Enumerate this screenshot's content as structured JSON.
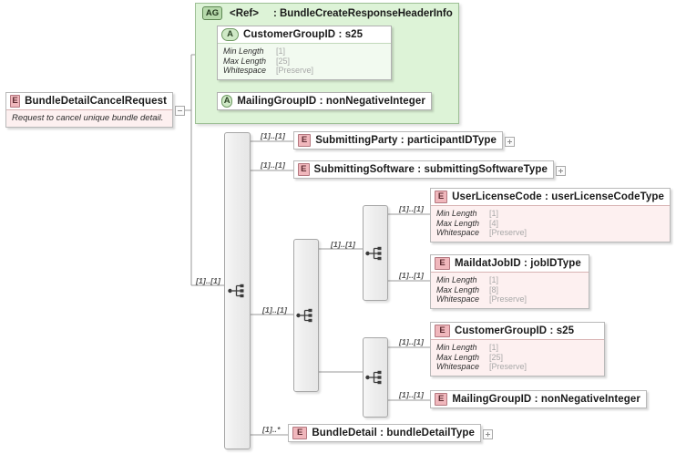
{
  "diagram": {
    "kind": "xsd-schema-diagram",
    "colors": {
      "element_fill": "#fdf0f0",
      "element_badge": "#f0b7bc",
      "attribute_fill": "#f2faf0",
      "attribute_badge": "#cfe9c6",
      "group_fill": "#ddf3d7",
      "compositor_fill": "#eeeeee",
      "facet_value": "#a8a8a8",
      "connector": "#9a9a9a"
    }
  },
  "root": {
    "badge": "E",
    "name": "BundleDetailCancelRequest",
    "annotation": "Request to cancel unique bundle detail.",
    "toggle": "collapse-minus"
  },
  "attribute_group": {
    "badge": "AG",
    "ref": "<Ref>",
    "name": ": BundleCreateResponseHeaderInfo",
    "attributes": [
      {
        "badge": "A",
        "name": "CustomerGroupID : s25",
        "facets": [
          {
            "key": "Min Length",
            "value": "[1]"
          },
          {
            "key": "Max Length",
            "value": "[25]"
          },
          {
            "key": "Whitespace",
            "value": "[Preserve]"
          }
        ]
      },
      {
        "badge": "A",
        "name": "MailingGroupID : nonNegativeInteger",
        "facets": []
      }
    ]
  },
  "compositors": [
    {
      "id": "seq-root",
      "icon": "sequence-icon",
      "label": "sequence"
    },
    {
      "id": "seq-mid",
      "icon": "sequence-icon",
      "label": "sequence",
      "cardinality": "[1]..[1]"
    },
    {
      "id": "seq-upper",
      "icon": "sequence-icon",
      "label": "sequence",
      "cardinality": "[1]..[1]"
    },
    {
      "id": "seq-lower",
      "icon": "sequence-icon",
      "label": "sequence",
      "cardinality": "[1]..[1]"
    }
  ],
  "elements": [
    {
      "id": "submitting-party",
      "badge": "E",
      "name": "SubmittingParty : participantIDType",
      "cardinality": "[1]..[1]",
      "toggle": "expand-plus",
      "facets": []
    },
    {
      "id": "submitting-software",
      "badge": "E",
      "name": "SubmittingSoftware : submittingSoftwareType",
      "cardinality": "[1]..[1]",
      "toggle": "expand-plus",
      "facets": []
    },
    {
      "id": "user-license-code",
      "badge": "E",
      "name": "UserLicenseCode : userLicenseCodeType",
      "cardinality": "[1]..[1]",
      "facets": [
        {
          "key": "Min Length",
          "value": "[1]"
        },
        {
          "key": "Max Length",
          "value": "[4]"
        },
        {
          "key": "Whitespace",
          "value": "[Preserve]"
        }
      ]
    },
    {
      "id": "maildat-job-id",
      "badge": "E",
      "name": "MaildatJobID : jobIDType",
      "cardinality": "[1]..[1]",
      "facets": [
        {
          "key": "Min Length",
          "value": "[1]"
        },
        {
          "key": "Max Length",
          "value": "[8]"
        },
        {
          "key": "Whitespace",
          "value": "[Preserve]"
        }
      ]
    },
    {
      "id": "customer-group-id",
      "badge": "E",
      "name": "CustomerGroupID : s25",
      "cardinality": "[1]..[1]",
      "facets": [
        {
          "key": "Min Length",
          "value": "[1]"
        },
        {
          "key": "Max Length",
          "value": "[25]"
        },
        {
          "key": "Whitespace",
          "value": "[Preserve]"
        }
      ]
    },
    {
      "id": "mailing-group-id",
      "badge": "E",
      "name": "MailingGroupID : nonNegativeInteger",
      "cardinality": "[1]..[1]",
      "facets": []
    },
    {
      "id": "bundle-detail",
      "badge": "E",
      "name": "BundleDetail : bundleDetailType",
      "cardinality": "[1]..*",
      "toggle": "expand-plus",
      "facets": []
    }
  ]
}
